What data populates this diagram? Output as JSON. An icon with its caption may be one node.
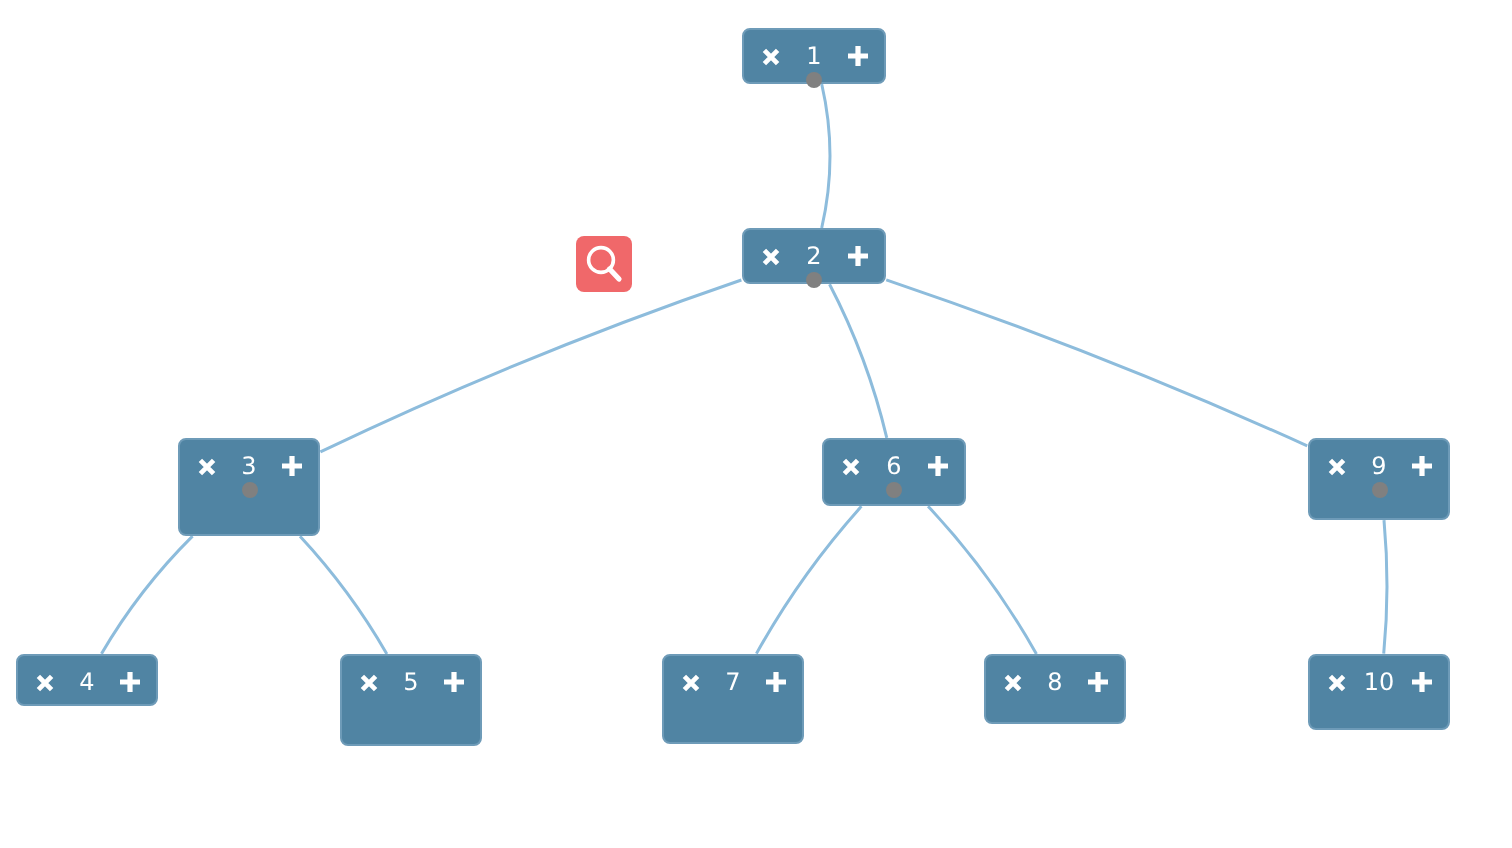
{
  "diagram": {
    "nodes": [
      {
        "text": [
          "1"
        ]
      },
      {
        "text": [
          "2"
        ]
      },
      {
        "text": [
          "3"
        ]
      },
      {
        "text": [
          "6"
        ]
      },
      {
        "text": [
          "9"
        ]
      },
      {
        "text": [
          "4"
        ]
      },
      {
        "text": [
          "5"
        ]
      },
      {
        "text": [
          "7"
        ]
      },
      {
        "text": [
          "8"
        ]
      },
      {
        "text": [
          "10"
        ]
      }
    ],
    "edges": [
      {
        "from": 0,
        "to": 1,
        "arrow": "none"
      },
      {
        "from": 1,
        "to": 2,
        "arrow": "none"
      },
      {
        "from": 1,
        "to": 3,
        "arrow": "none"
      },
      {
        "from": 1,
        "to": 4,
        "arrow": "none"
      },
      {
        "from": 2,
        "to": 5,
        "arrow": "none"
      },
      {
        "from": 2,
        "to": 6,
        "arrow": "none"
      },
      {
        "from": 3,
        "to": 7,
        "arrow": "none"
      },
      {
        "from": 3,
        "to": 8,
        "arrow": "none"
      },
      {
        "from": 4,
        "to": 9,
        "arrow": "none"
      }
    ]
  }
}
